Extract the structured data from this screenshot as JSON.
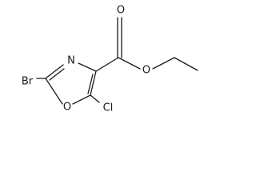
{
  "structure": {
    "atoms": {
      "O_carbonyl": "O",
      "O_ester": "O",
      "N_ring": "N",
      "Br": "Br",
      "O_ring": "O",
      "Cl": "Cl"
    },
    "colors": {
      "bond": "#1a1a1a",
      "label": "#1a1a1a",
      "background": "#ffffff"
    }
  }
}
